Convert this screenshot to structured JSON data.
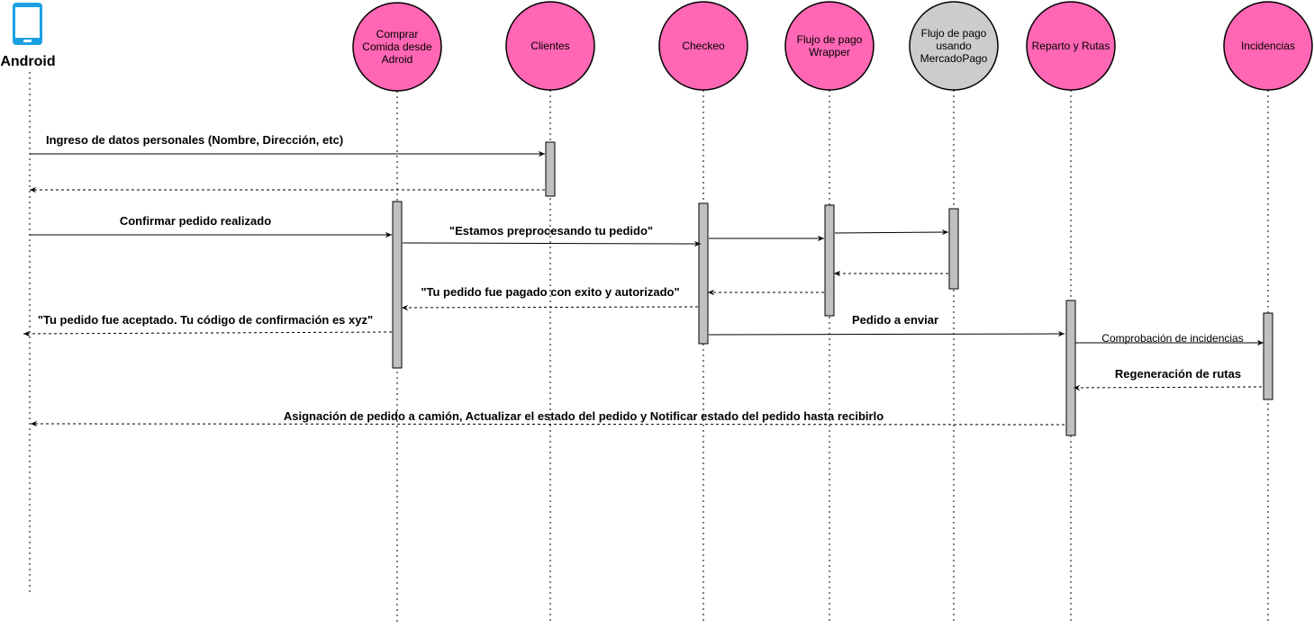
{
  "actor": {
    "label": "Android",
    "icon": "smartphone-icon",
    "color": "#1ba1e2"
  },
  "participants": [
    {
      "id": "comprar",
      "lines": [
        "Comprar",
        "Comida desde",
        "Adroid"
      ],
      "fill": "#ff66b3"
    },
    {
      "id": "clientes",
      "lines": [
        "Clientes"
      ],
      "fill": "#ff66b3"
    },
    {
      "id": "checkeo",
      "lines": [
        "Checkeo"
      ],
      "fill": "#ff66b3"
    },
    {
      "id": "flujo_wrapper",
      "lines": [
        "Flujo de pago",
        "Wrapper"
      ],
      "fill": "#ff66b3"
    },
    {
      "id": "flujo_mp",
      "lines": [
        "Flujo de pago",
        "usando",
        "MercadoPago"
      ],
      "fill": "#cccccc"
    },
    {
      "id": "reparto",
      "lines": [
        "Reparto y Rutas"
      ],
      "fill": "#ff66b3"
    },
    {
      "id": "incidencias",
      "lines": [
        "Incidencias"
      ],
      "fill": "#ff66b3"
    }
  ],
  "messages": [
    {
      "label": "Ingreso de datos personales (Nombre, Dirección, etc)",
      "style": "solid"
    },
    {
      "label": "",
      "style": "dashed"
    },
    {
      "label": "Confirmar pedido realizado",
      "style": "solid"
    },
    {
      "label": "\"Estamos preprocesando tu pedido\"",
      "style": "solid"
    },
    {
      "label": "",
      "style": "solid"
    },
    {
      "label": "",
      "style": "solid"
    },
    {
      "label": "",
      "style": "dashed"
    },
    {
      "label": "\"Tu pedido fue pagado con exito y autorizado\"",
      "style": "dashed"
    },
    {
      "label": "",
      "style": "dashed"
    },
    {
      "label": "\"Tu pedido fue aceptado. Tu código de confirmación es xyz\"",
      "style": "dashed"
    },
    {
      "label": "Pedido a enviar",
      "style": "solid"
    },
    {
      "label": "Comprobación de incidencias",
      "style": "solid"
    },
    {
      "label": "Regeneración de rutas",
      "style": "dashed"
    },
    {
      "label": "Asignación  de pedido a camión, Actualizar el estado del pedido y Notificar estado del pedido  hasta recibirlo",
      "style": "dashed"
    }
  ],
  "colors": {
    "activation": "#c0c0c0",
    "line": "#000000",
    "pink": "#ff66b3",
    "gray": "#cccccc"
  }
}
